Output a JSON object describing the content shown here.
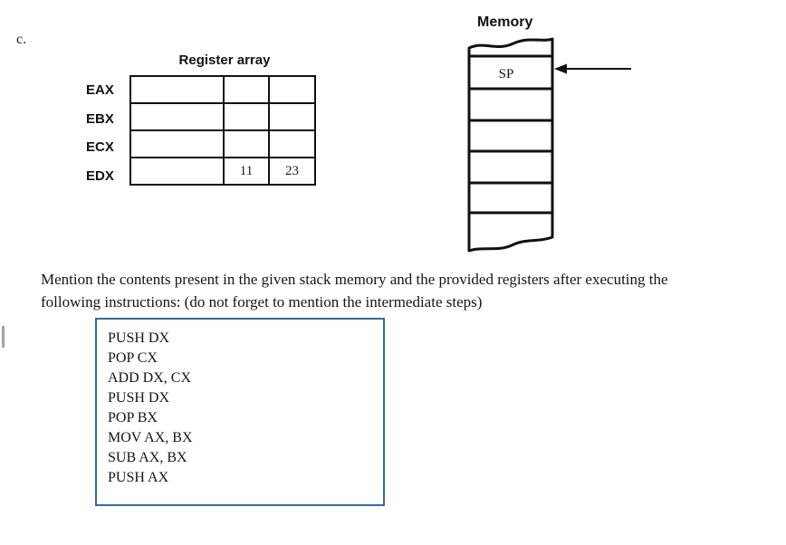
{
  "page": {
    "part_label": "c."
  },
  "register_array": {
    "title": "Register array",
    "rows": [
      {
        "label": "EAX",
        "wide": "",
        "mid": "",
        "right": ""
      },
      {
        "label": "EBX",
        "wide": "",
        "mid": "",
        "right": ""
      },
      {
        "label": "ECX",
        "wide": "",
        "mid": "",
        "right": ""
      },
      {
        "label": "EDX",
        "wide": "",
        "mid": "11",
        "right": "23"
      }
    ]
  },
  "memory": {
    "title": "Memory",
    "sp_label": "SP",
    "full_rows": 7,
    "pointer": "arrow-into-sp-row"
  },
  "question": {
    "line1": "Mention the contents present in the given stack memory and the provided registers after executing the",
    "line2": "following instructions: (do not forget to mention the intermediate steps)"
  },
  "instructions": {
    "lines": [
      "PUSH DX",
      "POP CX",
      "ADD DX, CX",
      "PUSH DX",
      "POP BX",
      "MOV AX, BX",
      "SUB AX, BX",
      "PUSH AX"
    ]
  },
  "colors": {
    "instruction_box_border": "#35699d",
    "ink": "#1a1a1a",
    "cursor_bar": "#a3a3a3"
  }
}
